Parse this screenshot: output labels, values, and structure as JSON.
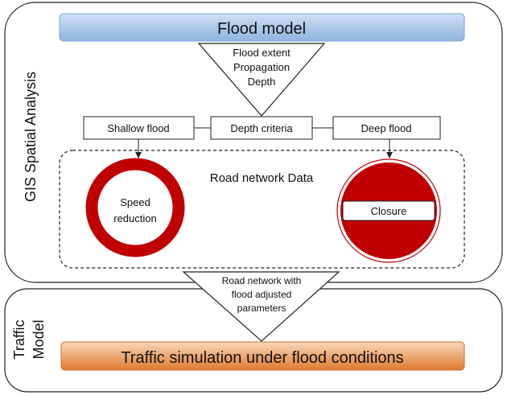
{
  "gis": {
    "label": "GIS Spatial Analysis"
  },
  "traffic": {
    "label_line1": "Traffic",
    "label_line2": "Model"
  },
  "flood_model": {
    "title": "Flood model"
  },
  "flood_outputs": {
    "line1": "Flood extent",
    "line2": "Propagation",
    "line3": "Depth"
  },
  "criteria": {
    "shallow": "Shallow flood",
    "depth": "Depth criteria",
    "deep": "Deep flood"
  },
  "road_network": {
    "title": "Road network Data"
  },
  "speed_sign": {
    "line1": "Speed",
    "line2": "reduction"
  },
  "closure_sign": {
    "label": "Closure"
  },
  "road_output": {
    "line1": "Road network with",
    "line2": "flood adjusted",
    "line3": "parameters"
  },
  "traffic_sim": {
    "title": "Traffic simulation under flood conditions"
  },
  "colors": {
    "flood_bar": "#9cbfe6",
    "traffic_bar": "#e3823c",
    "sign_red": "#c00000",
    "line": "#222222"
  }
}
